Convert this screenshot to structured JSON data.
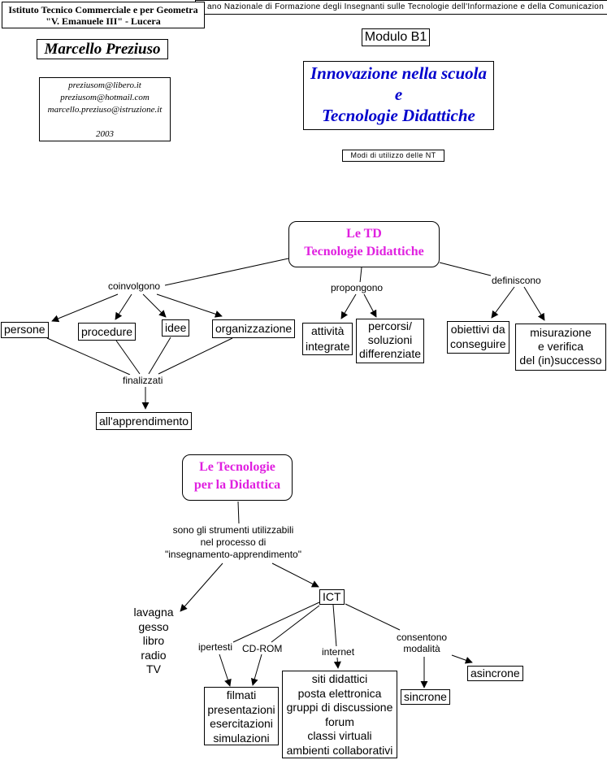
{
  "header": {
    "school_line1": "Istituto Tecnico Commerciale e per Geometra",
    "school_line2": "\"V. Emanuele III\" - Lucera",
    "banner": "ano Nazionale di Formazione degli Insegnanti sulle Tecnologie dell'Informazione e della Comunicazion"
  },
  "author": {
    "name": "Marcello Preziuso",
    "emails": [
      "preziusom@libero.it",
      "preziusom@hotmail.com",
      "marcello.preziuso@istruzione.it"
    ],
    "year": "2003"
  },
  "module": {
    "label": "Modulo B1",
    "title_line1": "Innovazione nella scuola",
    "title_line2": "e",
    "title_line3": "Tecnologie Didattiche",
    "subtitle": "Modi di utilizzo delle NT",
    "title_color": "#0000cc"
  },
  "map1": {
    "root_line1": "Le TD",
    "root_line2": "Tecnologie Didattiche",
    "root_color": "#e020e0",
    "link_coinvolgono": "coinvolgono",
    "link_propongono": "propongono",
    "link_definiscono": "definiscono",
    "link_finalizzati": "finalizzati",
    "persone": "persone",
    "procedure": "procedure",
    "idee": "idee",
    "organizzazione": "organizzazione",
    "attivita": [
      "attività",
      "integrate"
    ],
    "percorsi": [
      "percorsi/",
      "soluzioni",
      "differenziate"
    ],
    "obiettivi": [
      "obiettivi da",
      "conseguire"
    ],
    "misurazione": [
      "misurazione",
      "e verifica",
      "del (in)successo"
    ],
    "apprendimento": "all'apprendimento"
  },
  "map2": {
    "root_line1": "Le Tecnologie",
    "root_line2": "per la Didattica",
    "link_strumenti": [
      "sono gli strumenti utilizzabili",
      "nel processo di",
      "\"insegnamento-apprendimento\""
    ],
    "traditional": [
      "lavagna",
      "gesso",
      "libro",
      "radio",
      "TV"
    ],
    "ict": "ICT",
    "link_ipertesti": "ipertesti",
    "link_cdrom": "CD-ROM",
    "link_internet": "internet",
    "link_consentono": [
      "consentono",
      "modalità"
    ],
    "media": [
      "filmati",
      "presentazioni",
      "esercitazioni",
      "simulazioni"
    ],
    "internet_items": [
      "siti didattici",
      "posta elettronica",
      "gruppi di discussione",
      "forum",
      "classi virtuali",
      "ambienti collaborativi"
    ],
    "sincrone": "sincrone",
    "asincrone": "asincrone"
  }
}
